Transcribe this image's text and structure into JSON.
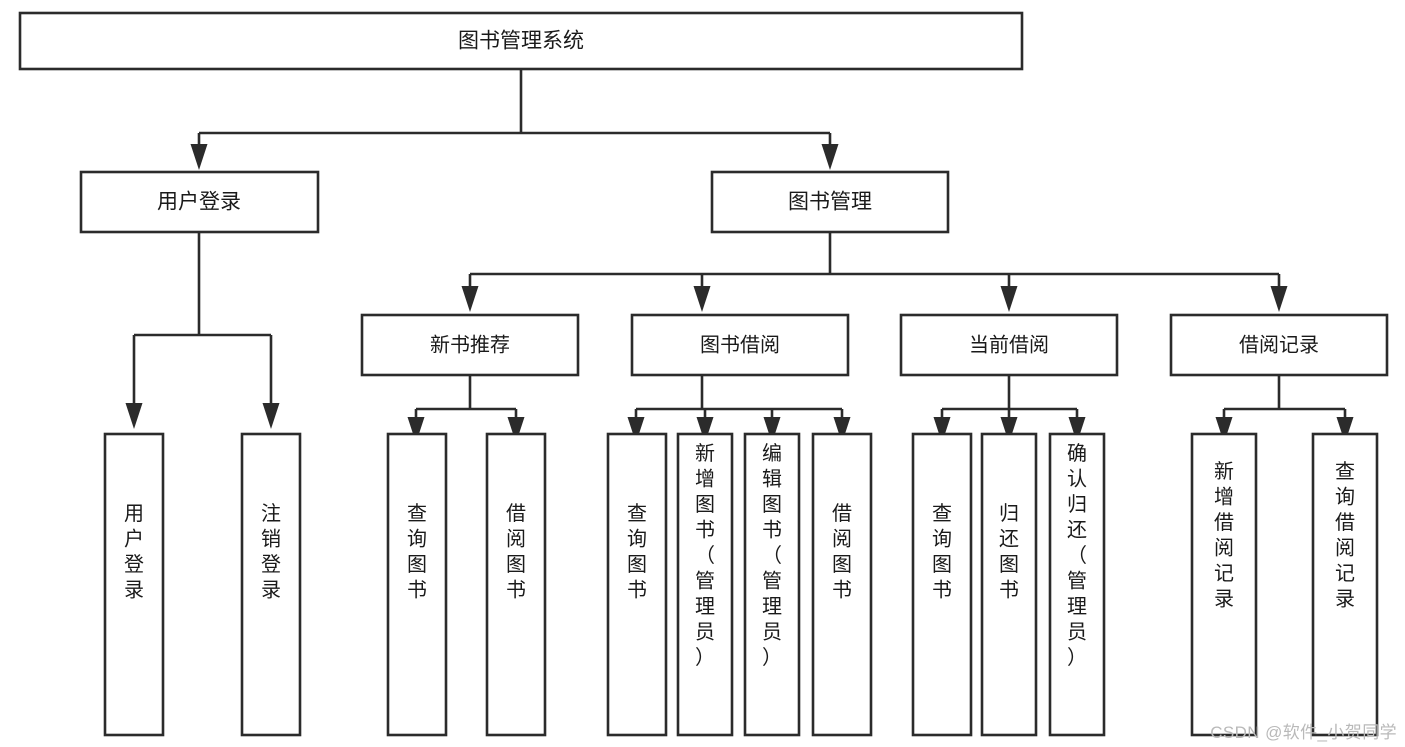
{
  "diagram": {
    "type": "tree",
    "title": "图书管理系统",
    "colors": {
      "background": "#ffffff",
      "box_stroke": "#2b2b2b",
      "box_fill": "#ffffff",
      "text": "#1a1a1a",
      "connector": "#2b2b2b",
      "watermark": "#b9b9b9"
    },
    "root": {
      "label": "图书管理系统"
    },
    "level2": [
      {
        "label": "用户登录"
      },
      {
        "label": "图书管理"
      }
    ],
    "level3": [
      {
        "label": "新书推荐"
      },
      {
        "label": "图书借阅"
      },
      {
        "label": "当前借阅"
      },
      {
        "label": "借阅记录"
      }
    ],
    "leaves": {
      "user_login": [
        {
          "label": "用户登录"
        },
        {
          "label": "注销登录"
        }
      ],
      "new_book_recommend": [
        {
          "label": "查询图书"
        },
        {
          "label": "借阅图书"
        }
      ],
      "book_borrow": [
        {
          "label": "查询图书"
        },
        {
          "label": "新增图书（管理员）"
        },
        {
          "label": "编辑图书（管理员）"
        },
        {
          "label": "借阅图书"
        }
      ],
      "current_borrow": [
        {
          "label": "查询图书"
        },
        {
          "label": "归还图书"
        },
        {
          "label": "确认归还（管理员）"
        }
      ],
      "borrow_record": [
        {
          "label": "新增借阅记录"
        },
        {
          "label": "查询借阅记录"
        }
      ]
    }
  },
  "watermark": {
    "text": "CSDN @软件_小贺同学"
  }
}
